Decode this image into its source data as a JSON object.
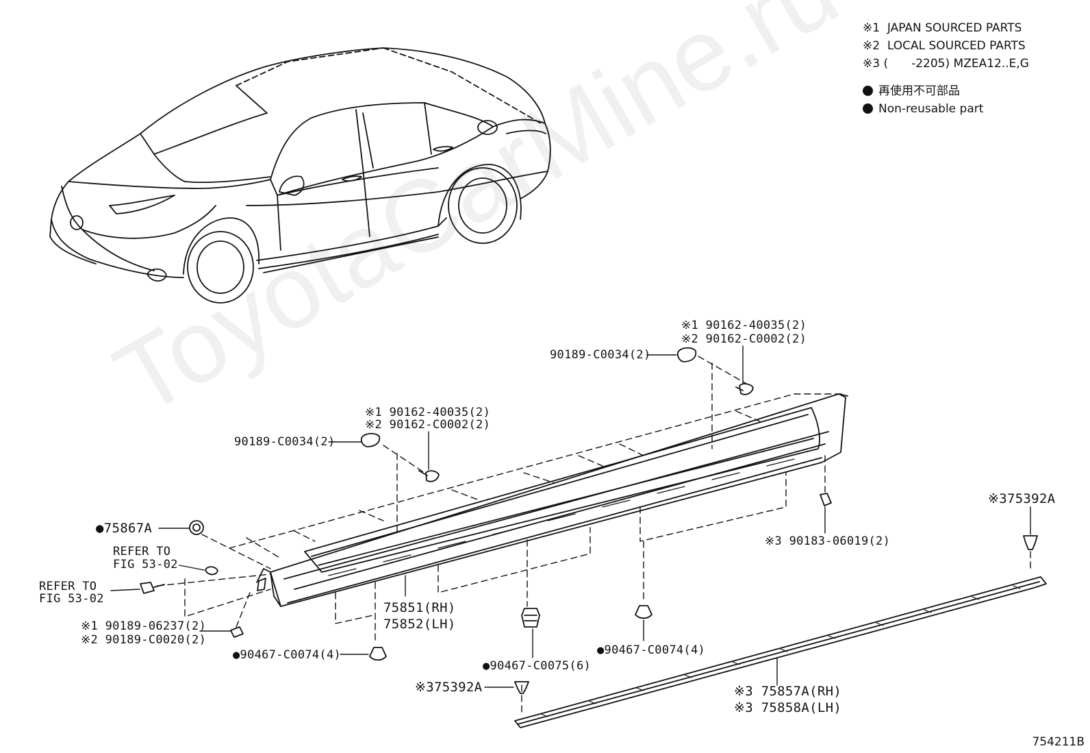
{
  "legend": {
    "items": [
      {
        "mark": "※1",
        "text": "JAPAN SOURCED PARTS"
      },
      {
        "mark": "※2",
        "text": "LOCAL SOURCED PARTS"
      },
      {
        "mark": "※3",
        "text": "(　　-2205) MZEA12..E,G"
      }
    ],
    "nonreusable_jp": "再使用不可部品",
    "nonreusable_en": "Non-reusable part"
  },
  "labels": {
    "c1a": "※1 90162-40035(2)",
    "c1b": "※2 90162-C0002(2)",
    "c1c": "90189-C0034(2)",
    "c2a": "※1 90162-40035(2)",
    "c2b": "※2 90162-C0002(2)",
    "c2c": "90189-C0034(2)",
    "p75867": "●75867A",
    "refer1a": "REFER TO",
    "refer1b": "FIG 53-02",
    "refer2a": "REFER TO",
    "refer2b": "FIG 53-02",
    "p06237": "※1 90189-06237(2)",
    "pc0020": "※2 90189-C0020(2)",
    "p0074a": "●90467-C0074(4)",
    "p75851": "75851(RH)",
    "p75852": "75852(LH)",
    "p0075": "●90467-C0075(6)",
    "p75392b": "※375392A",
    "p0074b": "●90467-C0074(4)",
    "p06019": "※3 90183-06019(2)",
    "p75392a": "※375392A",
    "p75857": "※3 75857A(RH)",
    "p75858": "※3 75858A(LH)"
  },
  "figure_id": "754211B",
  "watermark": "ToyotaCarMine.ru"
}
